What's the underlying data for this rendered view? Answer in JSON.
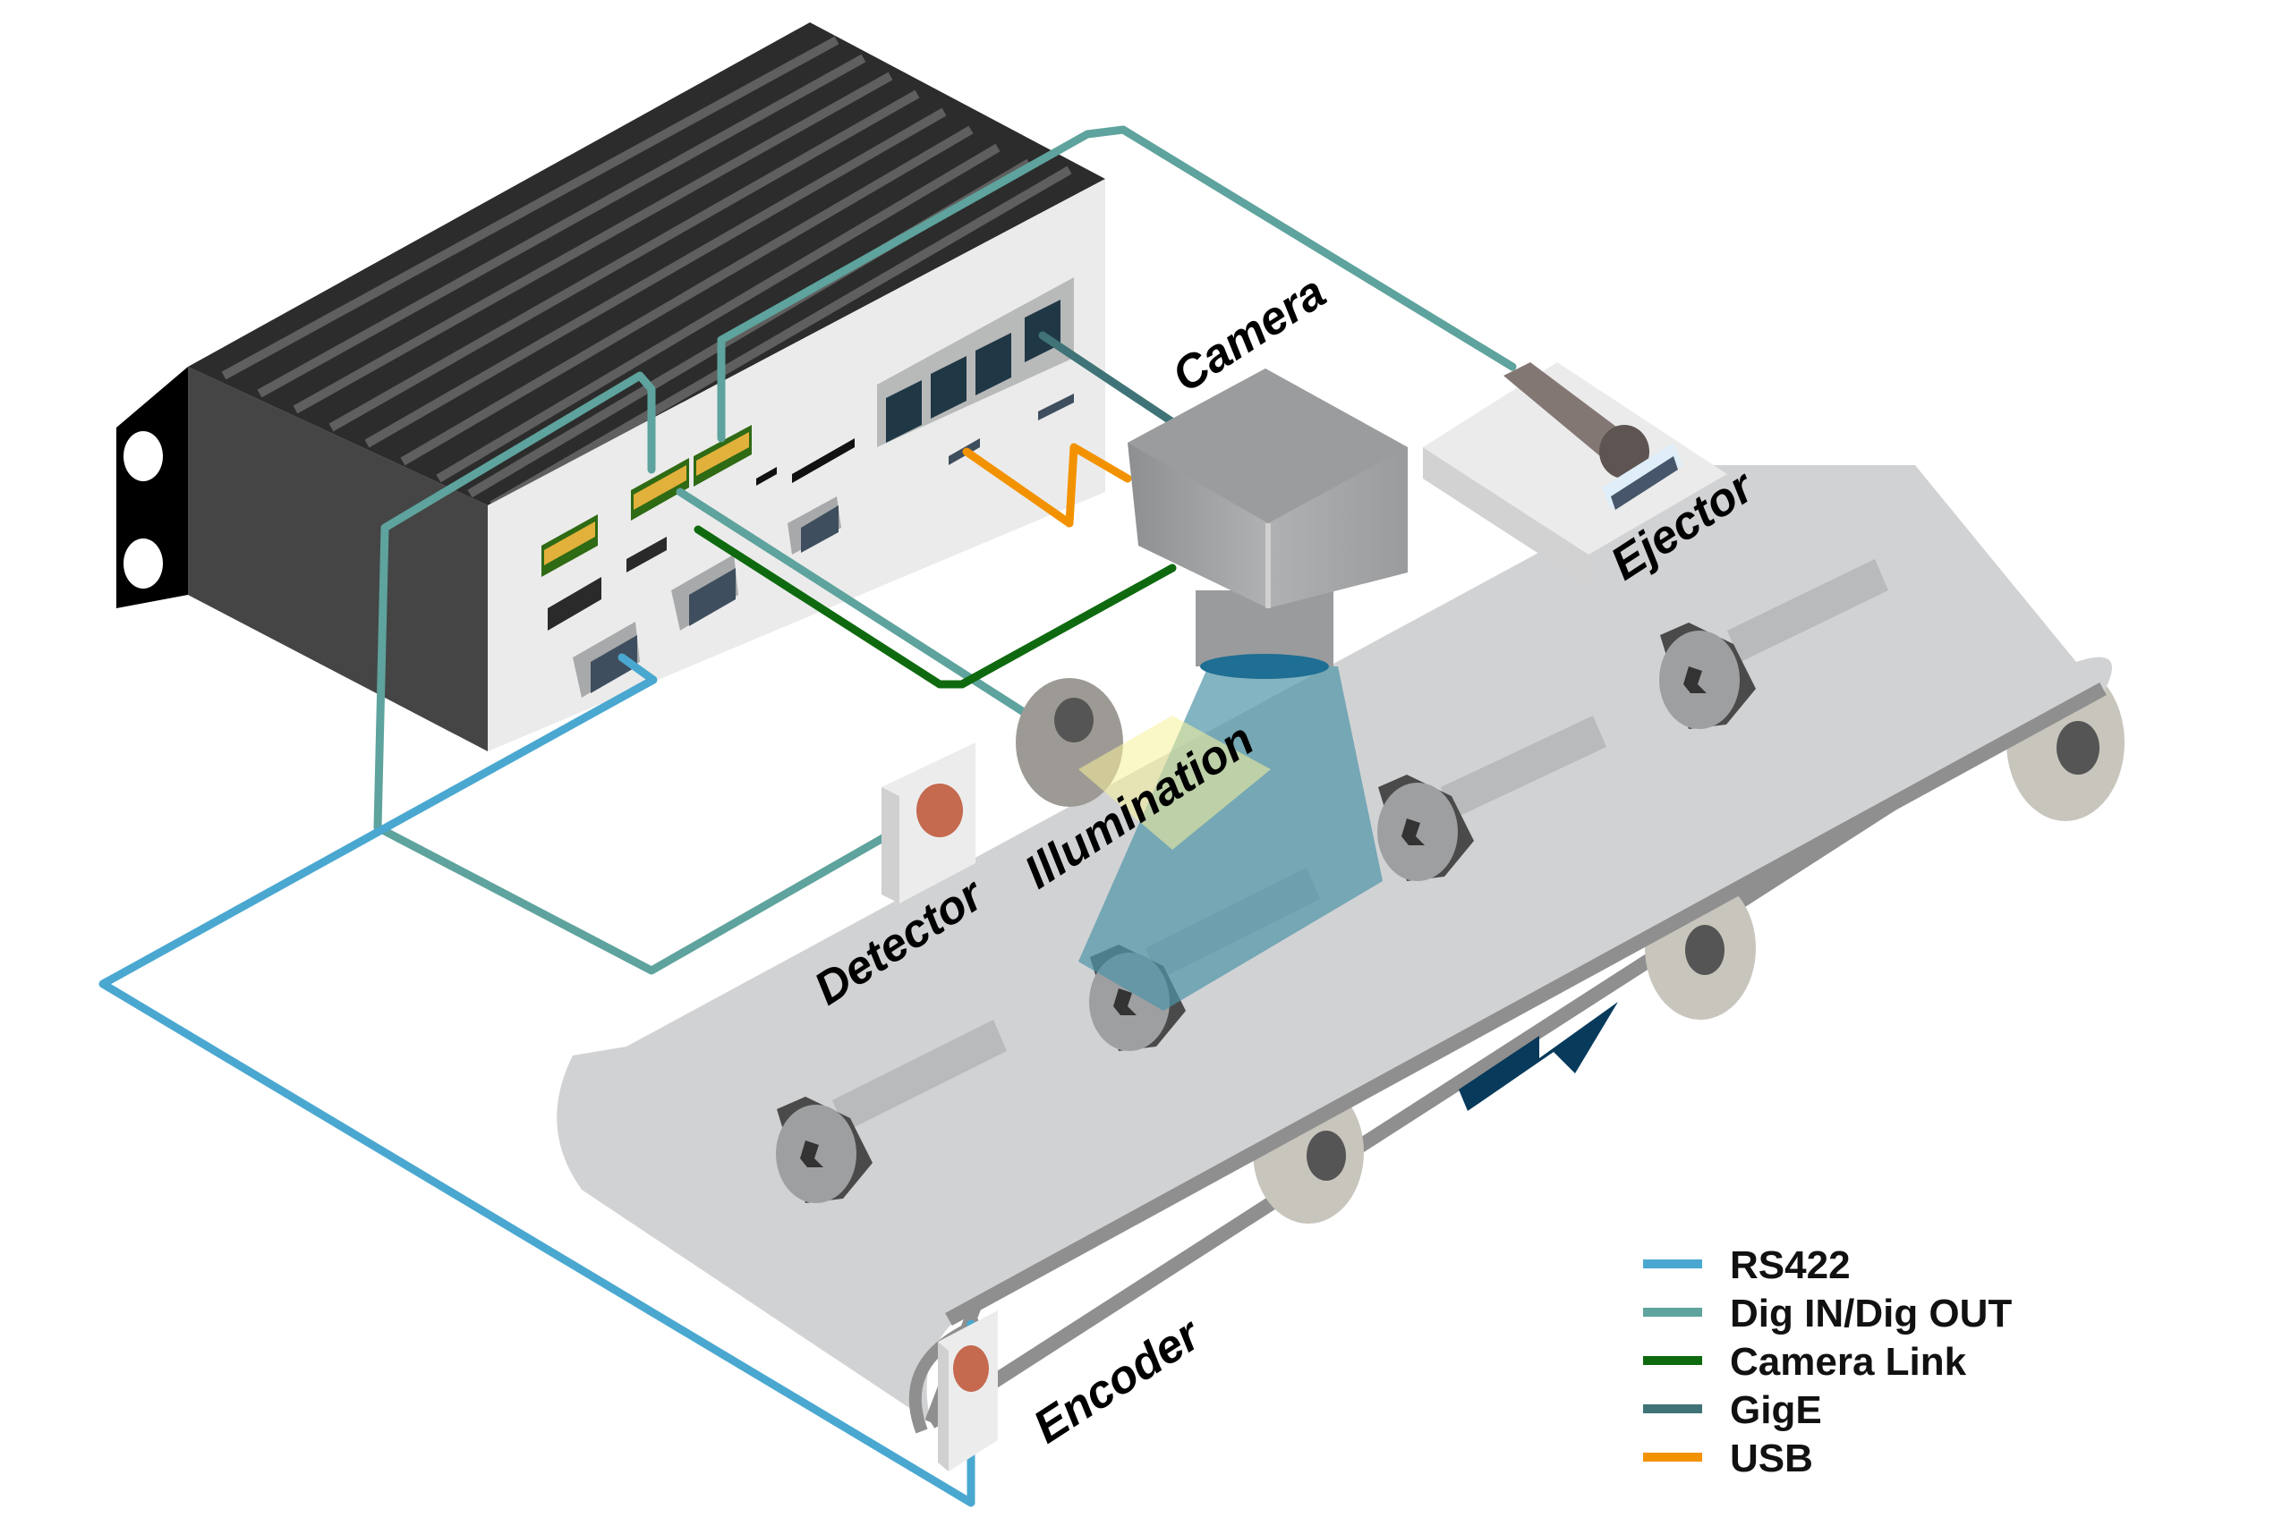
{
  "diagram": {
    "title": "Machine vision inspection system wiring",
    "components": {
      "camera": "Camera",
      "ejector": "Ejector",
      "illumination": "Illumination",
      "detector": "Detector",
      "encoder": "Encoder",
      "controller": "Industrial PC",
      "conveyor": "Conveyor belt"
    },
    "conveyor_direction": "right-up",
    "legend": [
      {
        "label": "RS422",
        "color": "#4aa8d0"
      },
      {
        "label": "Dig IN/Dig OUT",
        "color": "#5ea39d"
      },
      {
        "label": "Camera Link",
        "color": "#0f6a0f"
      },
      {
        "label": "GigE",
        "color": "#3f7377"
      },
      {
        "label": "USB",
        "color": "#f39200"
      }
    ]
  }
}
